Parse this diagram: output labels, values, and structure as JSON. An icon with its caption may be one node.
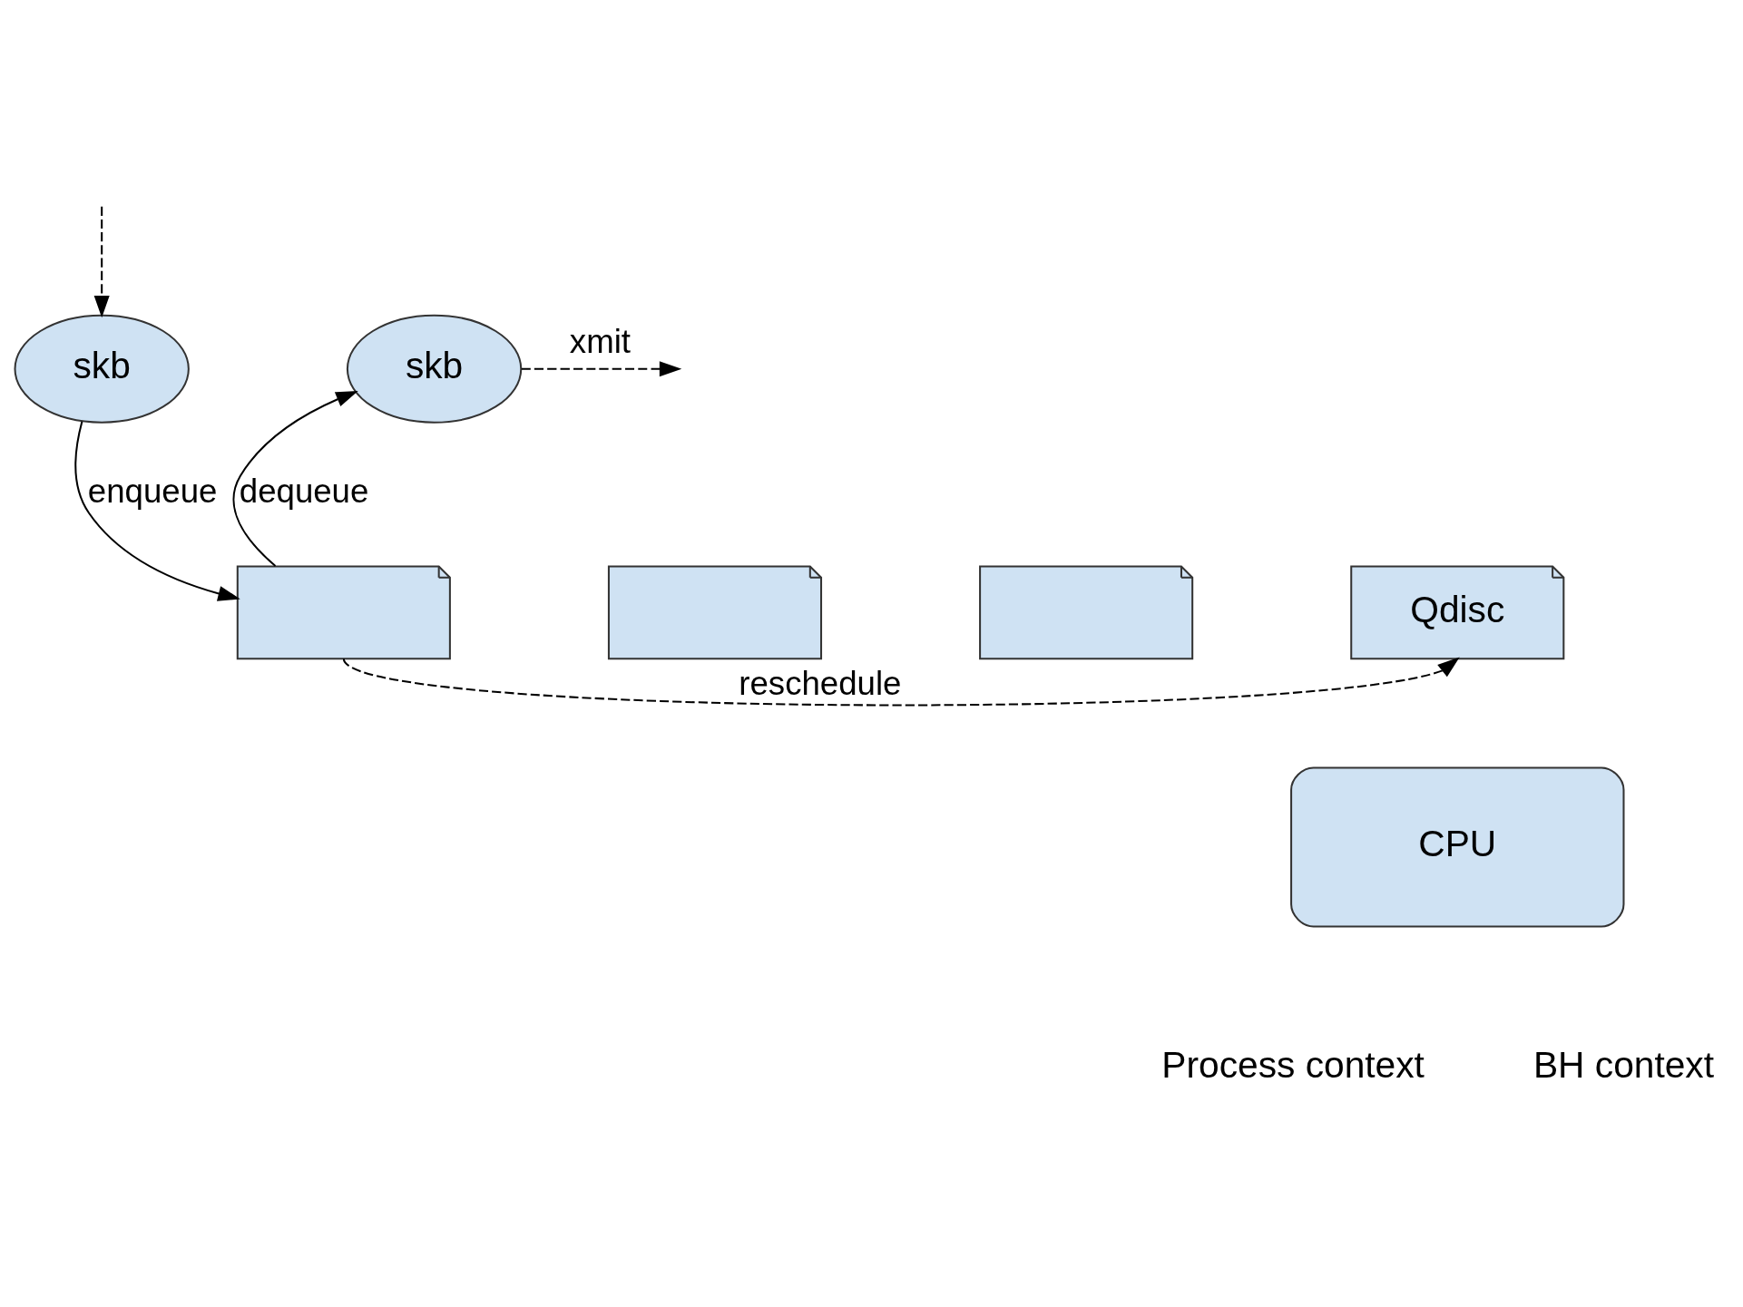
{
  "diagram": {
    "nodes": [
      {
        "text": [
          "skb"
        ]
      },
      {
        "text": [
          "skb"
        ]
      },
      {
        "text": [],
        "shape": "box"
      },
      {
        "text": [],
        "shape": "box"
      },
      {
        "text": [],
        "shape": "box"
      },
      {
        "text": [
          "Qdisc"
        ]
      },
      {
        "text": [
          "CPU"
        ]
      }
    ],
    "edges": [
      {
        "from": null,
        "to": 0,
        "arrow": "to",
        "style": "dashed"
      },
      {
        "from": 0,
        "to": 2,
        "arrow": "to",
        "label": "enqueue"
      },
      {
        "from": 2,
        "to": 1,
        "arrow": "to",
        "label": "dequeue"
      },
      {
        "from": 1,
        "to": null,
        "arrow": "to",
        "style": "dashed",
        "label": "xmit"
      },
      {
        "from": 2,
        "to": 5,
        "arrow": "to",
        "style": "dashed",
        "label": "reschedule"
      }
    ],
    "labels": [
      "Process context",
      "BH context"
    ]
  }
}
